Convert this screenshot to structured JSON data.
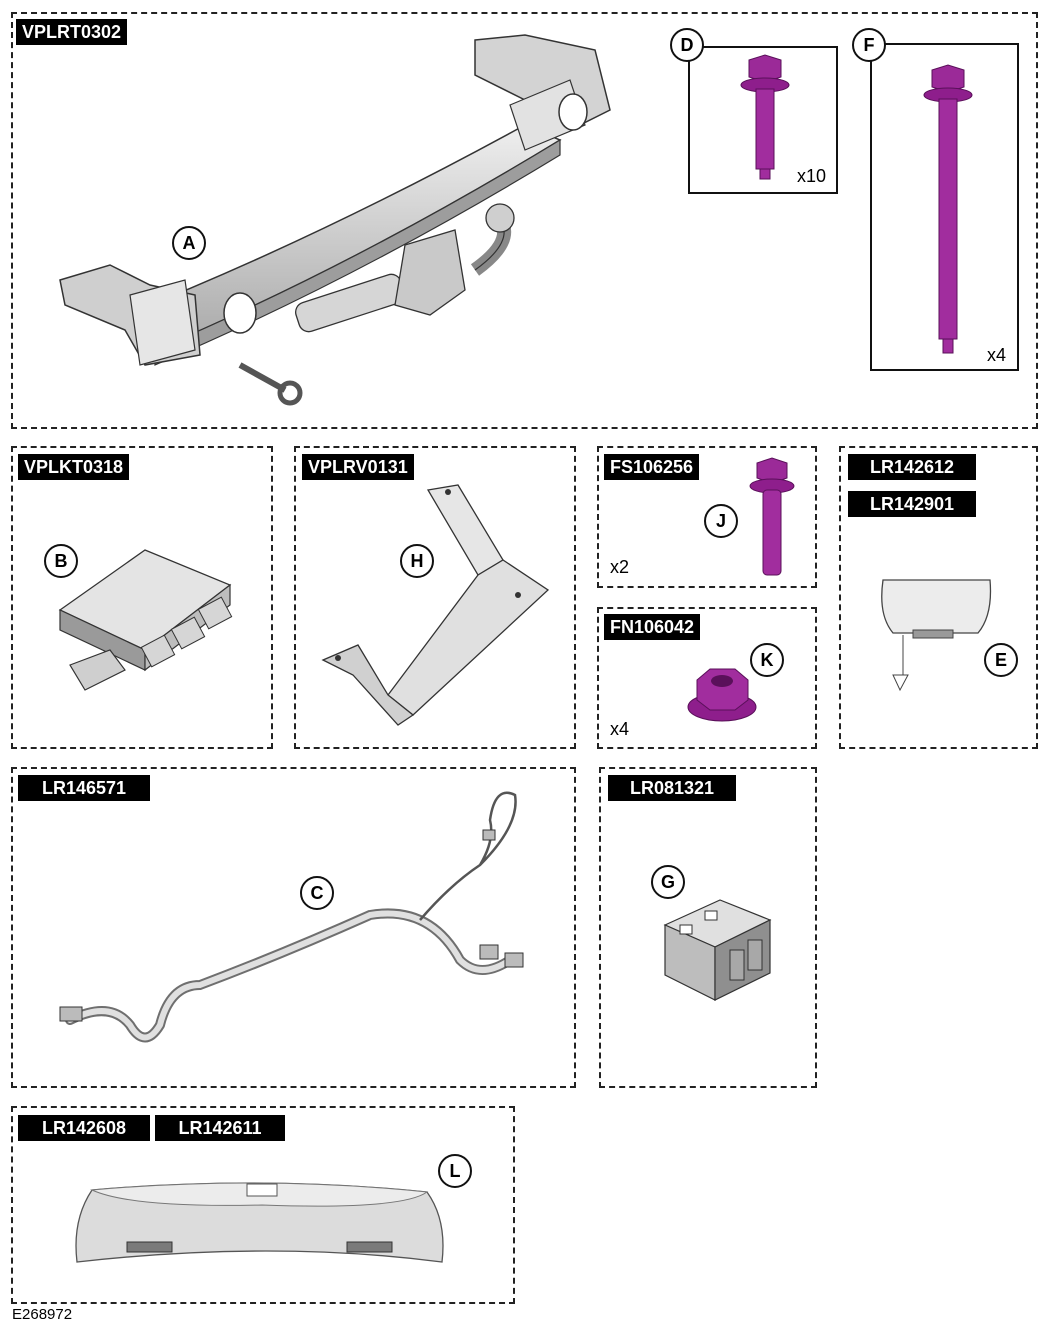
{
  "figure_id": "E268972",
  "groups": {
    "tow_bar": {
      "part_numbers": [
        "VPLRT0302"
      ],
      "callouts": [
        "A"
      ]
    },
    "bolt_d": {
      "callouts": [
        "D"
      ],
      "quantity": "x10"
    },
    "bolt_f": {
      "callouts": [
        "F"
      ],
      "quantity": "x4"
    },
    "module": {
      "part_numbers": [
        "VPLKT0318"
      ],
      "callouts": [
        "B"
      ]
    },
    "bracket": {
      "part_numbers": [
        "VPLRV0131"
      ],
      "callouts": [
        "H"
      ]
    },
    "bolt_j": {
      "part_numbers": [
        "FS106256"
      ],
      "callouts": [
        "J"
      ],
      "quantity": "x2"
    },
    "nut_k": {
      "part_numbers": [
        "FN106042"
      ],
      "callouts": [
        "K"
      ],
      "quantity": "x4"
    },
    "cover_e": {
      "part_numbers": [
        "LR142612",
        "LR142901"
      ],
      "callouts": [
        "E"
      ]
    },
    "harness": {
      "part_numbers": [
        "LR146571"
      ],
      "callouts": [
        "C"
      ]
    },
    "socket": {
      "part_numbers": [
        "LR081321"
      ],
      "callouts": [
        "G"
      ]
    },
    "bumper_trim": {
      "part_numbers": [
        "LR142608",
        "LR142611"
      ],
      "callouts": [
        "L"
      ]
    }
  },
  "colors": {
    "fastener": "#8e1e8c",
    "part_grey": "#d9d9d9",
    "outline": "#222222"
  }
}
